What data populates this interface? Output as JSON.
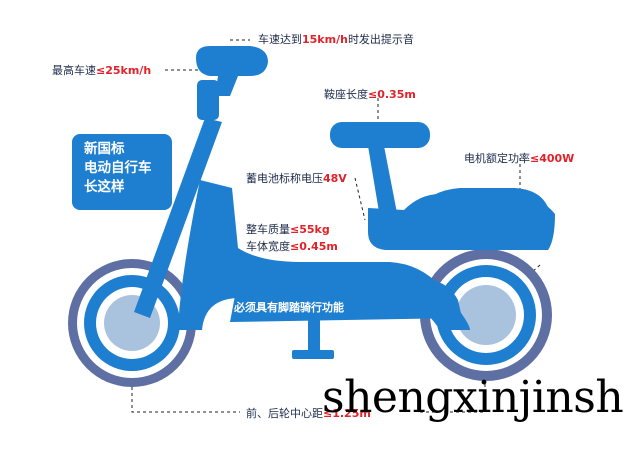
{
  "annotations": {
    "speed_alert": {
      "text": "车速达到",
      "value": "15km/h",
      "suffix": "时发出提示音"
    },
    "max_speed": {
      "text": "最高车速",
      "value": "≤25km/h"
    },
    "seat_length": {
      "text": "鞍座长度",
      "value": "≤0.35m"
    },
    "motor_power": {
      "text": "电机额定功率",
      "value": "≤400W"
    },
    "battery_voltage": {
      "text": "蓄电池标称电压",
      "value": "48V"
    },
    "weight": {
      "text": "整车质量",
      "value": "≤55kg"
    },
    "width": {
      "text": "车体宽度",
      "value": "≤0.45m"
    },
    "wheelbase": {
      "text": "前、后轮中心距",
      "value": "≤1.25m"
    }
  },
  "badge": {
    "line1": "新国标",
    "line2": "电动自行车",
    "line3": "长这样"
  },
  "frame_label": "必须具有脚踏骑行功能",
  "watermark": "shengxinjinsh",
  "colors": {
    "blue": "#1e7fd0",
    "tire": "#5d6fa3",
    "hub": "#a9c3de",
    "value_red": "#e0222a"
  }
}
